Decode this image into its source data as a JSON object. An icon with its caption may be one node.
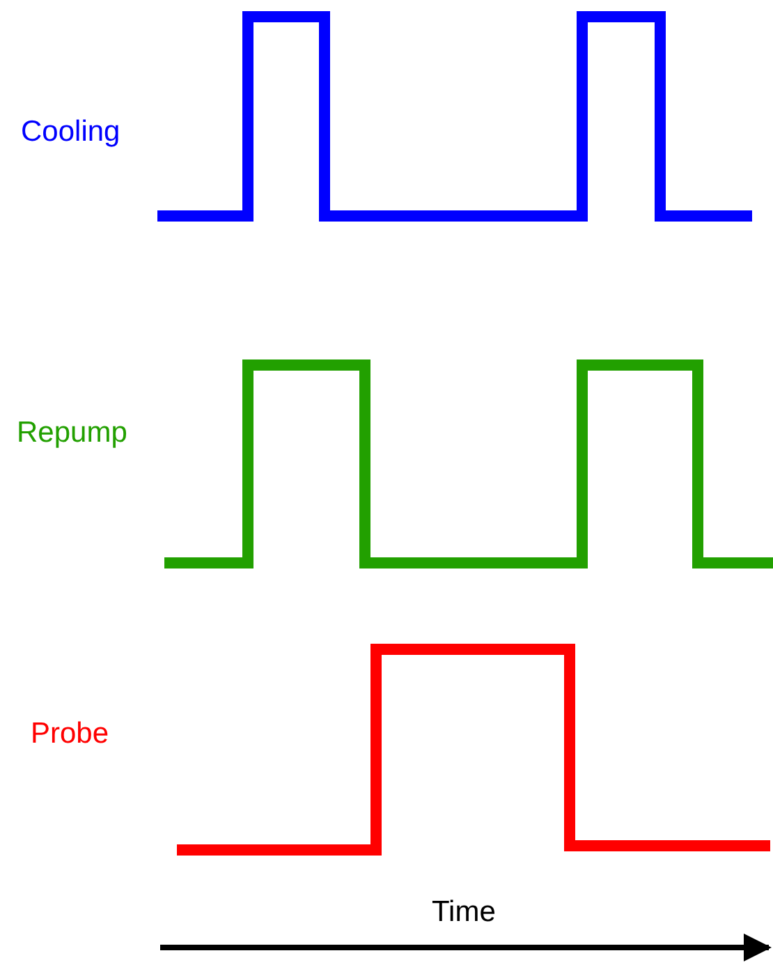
{
  "diagram": {
    "labels": [
      "Cooling",
      "Repump",
      "Probe",
      "Time"
    ]
  }
}
